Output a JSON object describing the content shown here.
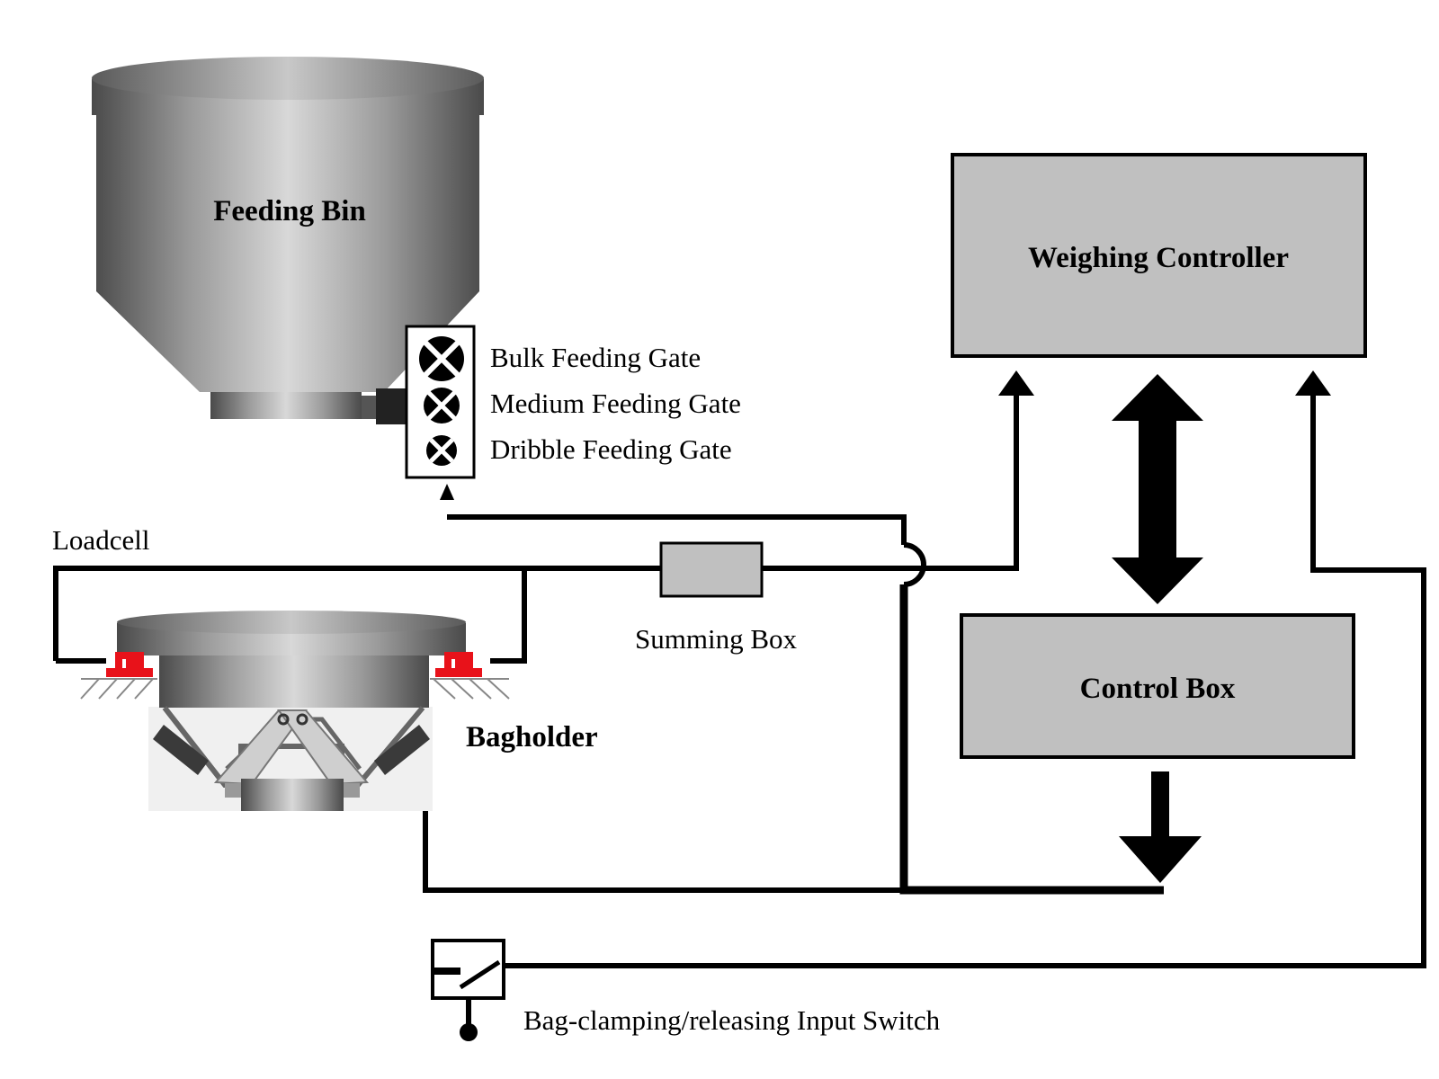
{
  "labels": {
    "feeding_bin": "Feeding Bin",
    "bulk_gate": "Bulk Feeding Gate",
    "medium_gate": "Medium Feeding Gate",
    "dribble_gate": "Dribble Feeding Gate",
    "loadcell": "Loadcell",
    "summing_box": "Summing Box",
    "bagholder": "Bagholder",
    "weighing_controller": "Weighing Controller",
    "control_box": "Control Box",
    "input_switch": "Bag-clamping/releasing Input Switch"
  },
  "colors": {
    "box_fill": "#c0c0c0",
    "loadcell_red": "#e8121a",
    "line": "#000000"
  }
}
